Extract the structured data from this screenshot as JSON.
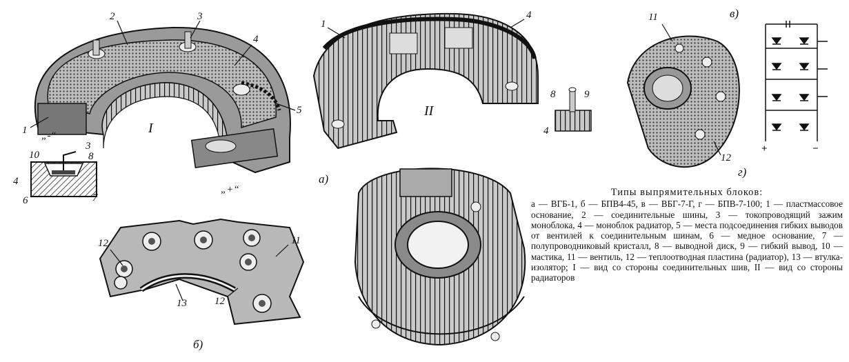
{
  "figure": {
    "sub_labels": {
      "a": "а)",
      "b": "б)",
      "v": "в)",
      "g": "г)"
    },
    "roman": {
      "one": "I",
      "two": "II"
    },
    "fig_a": {
      "n1": "1",
      "n2": "2",
      "n3": "3",
      "n4": "4",
      "n5": "5",
      "plus": "„+“",
      "minus": "„-“"
    },
    "inset": {
      "n3": "3",
      "n4": "4",
      "n6": "6",
      "n7": "7",
      "n8": "8",
      "n10": "10"
    },
    "fig_a2": {
      "n1": "1",
      "n4": "4"
    },
    "small_part": {
      "n4": "4",
      "n8": "8",
      "n9": "9"
    },
    "fig_b": {
      "n11": "11",
      "n12a": "12",
      "n12b": "12",
      "n13": "13"
    },
    "fig_v": {
      "n11": "11",
      "n12": "12"
    },
    "schematic": {
      "plus": "+",
      "minus": "−"
    }
  },
  "caption": {
    "title": "Типы выпрямительных блоков:",
    "body": "а — ВГБ-1, б — БПВ4-45, в — ВБГ-7-Г, г — БПВ-7-100; 1 — пластмассовое основание, 2 — соединительные шины, 3 — токопроводящий зажим моноблока, 4 — моноблок радиатор, 5 — места подсоединения гибких выводов от вентилей к соединительным шинам, 6 — медное основание, 7 — полупроводниковый кристалл, 8 — выводной диск, 9 — гибкий вывод, 10 — мастика, 11 — вентиль, 12 — теплоотводная пластина (радиатор), 13 — втулка-изолятор; I — вид со стороны соединительных шив, II — вид со стороны радиаторов"
  }
}
